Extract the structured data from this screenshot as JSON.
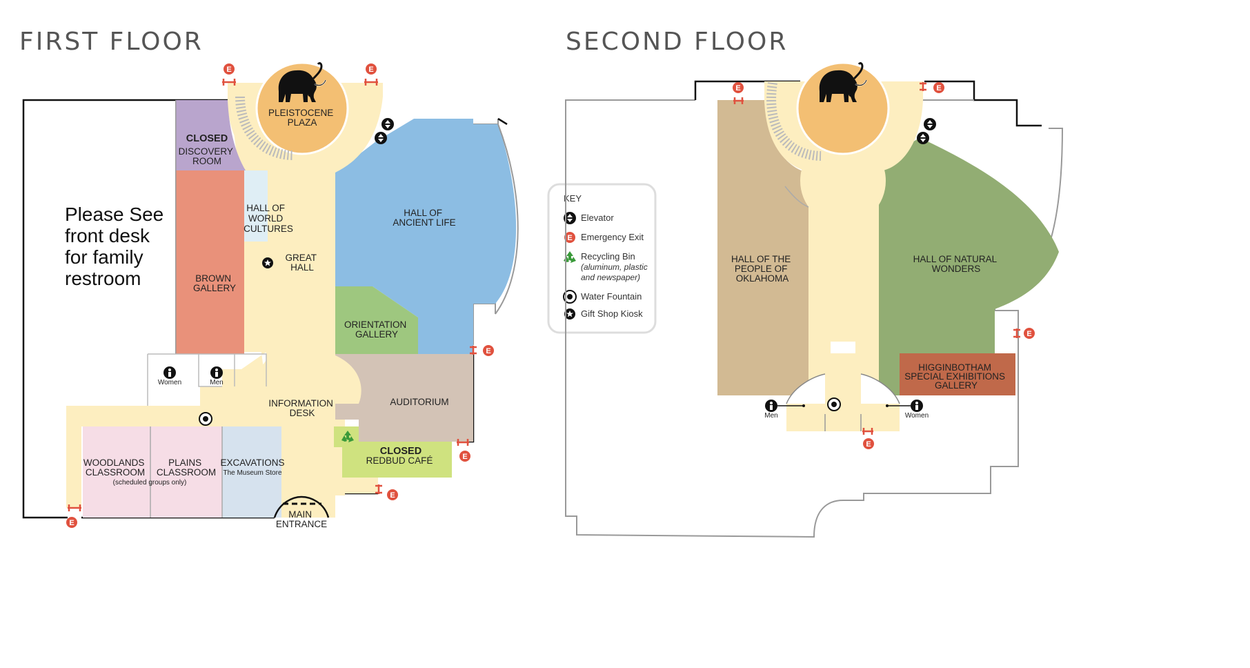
{
  "first_floor": {
    "title": "FIRST FLOOR",
    "note": [
      "Please See",
      "front desk",
      "for family",
      "restroom"
    ],
    "rooms": {
      "pleistocene": [
        "PLEISTOCENE",
        "PLAZA"
      ],
      "discovery_status": "CLOSED",
      "discovery": [
        "DISCOVERY",
        "ROOM"
      ],
      "world_cultures": [
        "HALL OF",
        "WORLD",
        "CULTURES"
      ],
      "ancient_life": [
        "HALL OF",
        "ANCIENT LIFE"
      ],
      "brown": [
        "BROWN",
        "GALLERY"
      ],
      "great_hall": [
        "GREAT",
        "HALL"
      ],
      "orientation": [
        "ORIENTATION",
        "GALLERY"
      ],
      "auditorium": "AUDITORIUM",
      "info_desk": [
        "INFORMATION",
        "DESK"
      ],
      "redbud_status": "CLOSED",
      "redbud": "REDBUD CAFÉ",
      "woodlands": [
        "WOODLANDS",
        "CLASSROOM"
      ],
      "plains": [
        "PLAINS",
        "CLASSROOM"
      ],
      "scheduled": "(scheduled groups only)",
      "excavations": "EXCAVATIONS",
      "museum_store": "The Museum Store",
      "main_entrance": [
        "MAIN",
        "ENTRANCE"
      ],
      "women": "Women",
      "men": "Men"
    }
  },
  "second_floor": {
    "title": "SECOND FLOOR",
    "rooms": {
      "people_of_oklahoma": [
        "HALL OF THE",
        "PEOPLE OF",
        "OKLAHOMA"
      ],
      "natural_wonders": [
        "HALL OF NATURAL",
        "WONDERS"
      ],
      "higginbotham": [
        "HIGGINBOTHAM",
        "SPECIAL EXHIBITIONS",
        "GALLERY"
      ],
      "men": "Men",
      "women": "Women"
    }
  },
  "key": {
    "title": "KEY",
    "items": [
      {
        "icon": "elevator-icon",
        "label": "Elevator"
      },
      {
        "icon": "emergency-exit-icon",
        "label": "Emergency Exit"
      },
      {
        "icon": "recycling-icon",
        "label": "Recycling Bin",
        "sub": [
          "(aluminum, plastic",
          "and newspaper)"
        ]
      },
      {
        "icon": "water-fountain-icon",
        "label": "Water Fountain"
      },
      {
        "icon": "gift-shop-icon",
        "label": "Gift Shop Kiosk"
      }
    ]
  },
  "exit_letter": "E",
  "colors": {
    "corridor": "#fdeec0",
    "plaza": "#f3bf73",
    "discovery": "#b9a5cd",
    "brown_gallery": "#e9917a",
    "world_cultures": "#dfeef5",
    "ancient_life": "#8cbde3",
    "orientation": "#9ec77f",
    "auditorium": "#d3c3b6",
    "redbud": "#cfe27f",
    "classroom": "#f6dde6",
    "store": "#d6e2ee",
    "people_oklahoma": "#d2ba93",
    "natural_wonders": "#92ad73",
    "higginbotham": "#c0694a",
    "exit": "#e0513e"
  }
}
